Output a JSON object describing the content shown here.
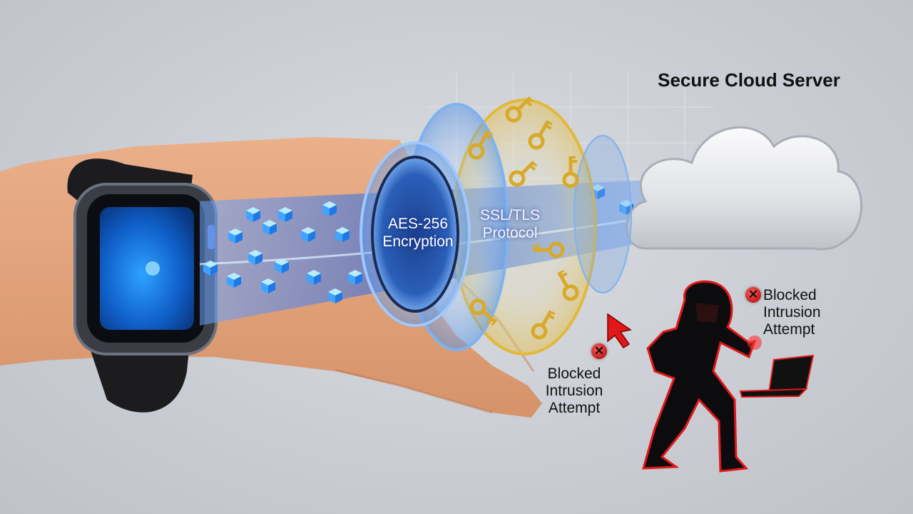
{
  "cloud": {
    "title": "Secure Cloud Server"
  },
  "encryption_layer": {
    "line1": "AES-256",
    "line2": "Encryption"
  },
  "protocol_layer": {
    "line1": "SSL/TLS",
    "line2": "Protocol"
  },
  "intrusion_labels": [
    {
      "badge": "✕",
      "line1": "Blocked",
      "line2": "Intrusion",
      "line3": "Attempt"
    },
    {
      "badge": "✕",
      "line1": "Blocked",
      "line2": "Intrusion",
      "line3": "Attempt"
    }
  ],
  "colors": {
    "background": "#c9ccd2",
    "skin": "#e7a87c",
    "data_beam": "#4f8fe8",
    "cube": "#3aa8ff",
    "key_gold": "#e2b93b",
    "ring_blue": "#6aa4e8",
    "threat_red": "#e01818"
  },
  "icons": [
    "smartwatch-icon",
    "data-cube-icon",
    "key-icon",
    "cloud-icon",
    "hacker-icon",
    "laptop-icon",
    "cursor-arrow-icon",
    "blocked-x-icon"
  ]
}
